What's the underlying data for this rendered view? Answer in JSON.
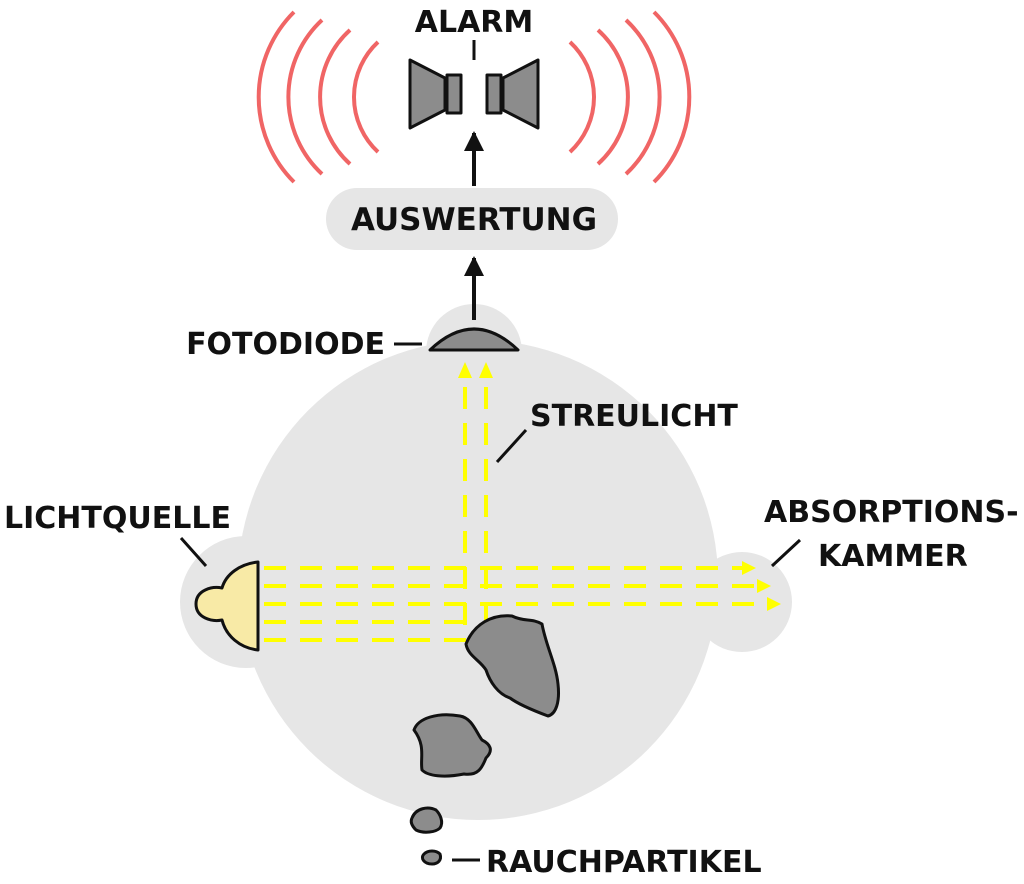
{
  "labels": {
    "alarm": "ALARM",
    "evaluation": "AUSWERTUNG",
    "photodiode": "FOTODIODE",
    "scattered_light": "STREULICHT",
    "light_source": "LICHTQUELLE",
    "absorption_chamber_line1": "ABSORPTIONS-",
    "absorption_chamber_line2": "KAMMER",
    "smoke_particles": "RAUCHPARTIKEL"
  },
  "colors": {
    "chamber": "#e6e6e6",
    "light_beam": "#ffff00",
    "light_source": "#f8eaa6",
    "component_gray": "#8c8c8c",
    "sound_waves": "#f06565",
    "outline": "#111111"
  }
}
